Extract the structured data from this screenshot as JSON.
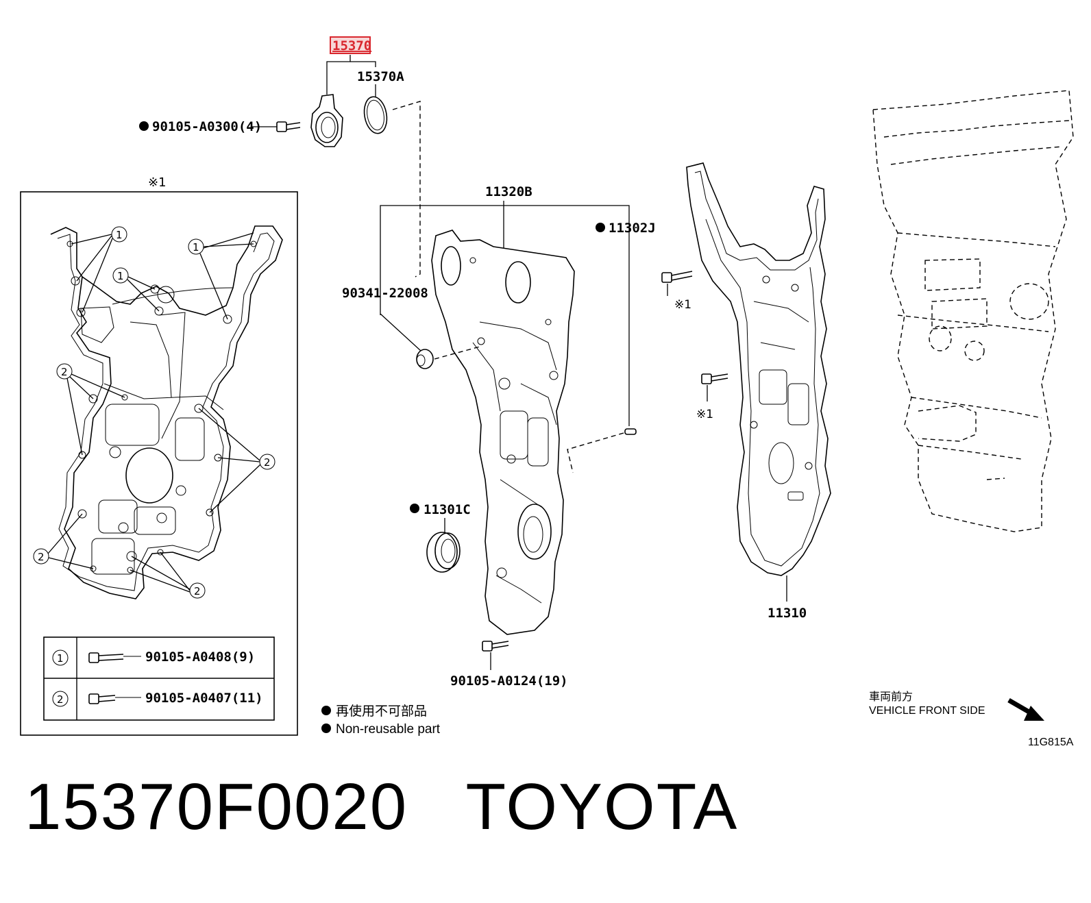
{
  "callouts": {
    "c15370": "15370",
    "c15370A": "15370A",
    "c90105_A0300": "90105-A0300(4)",
    "c11320B": "11320B",
    "c11302J": "11302J",
    "c90341_22008": "90341-22008",
    "c11301C": "11301C",
    "c90105_A0124": "90105-A0124(19)",
    "c11310": "11310"
  },
  "inset": {
    "mark": "※1",
    "circle1": "1",
    "circle2": "2",
    "table": [
      {
        "key": "1",
        "part": "90105-A0408(9)"
      },
      {
        "key": "2",
        "part": "90105-A0407(11)"
      }
    ]
  },
  "side_marks": {
    "mark_a": "※1",
    "mark_b": "※1"
  },
  "legend": {
    "line_jp": "再使用不可部品",
    "line_en": "Non-reusable part"
  },
  "front": {
    "jp": "車両前方",
    "en": "VEHICLE FRONT SIDE"
  },
  "diagram_code": "11G815A",
  "caption": "15370F0020   TOYOTA",
  "colors": {
    "highlight": "#d9272e",
    "ink": "#000000"
  }
}
